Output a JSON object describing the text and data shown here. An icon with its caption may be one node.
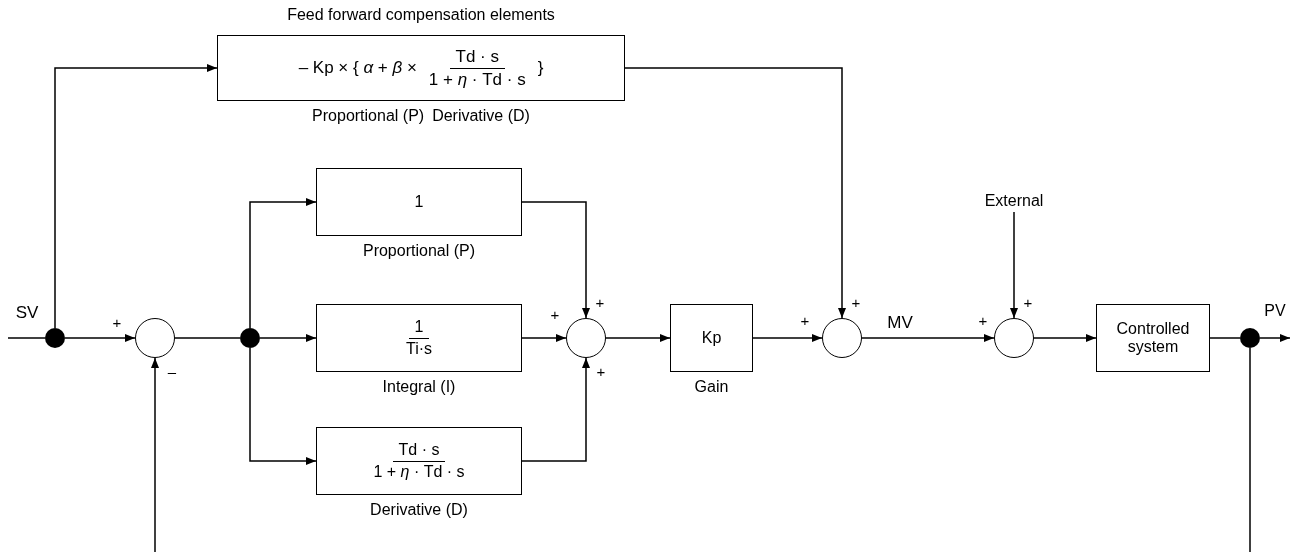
{
  "diagram": {
    "nodes": [
      {
        "text": [
          "Feed forward compensation elements",
          "– Kp × { *α* + *β* ×",
          "Td · s",
          "1 + *η* · Td · s",
          "}"
        ],
        "beside": [
          "Proportional (P)",
          "Derivative (D)"
        ]
      },
      {
        "text": [],
        "shape": "circle"
      },
      {
        "text": [],
        "shape": "circle"
      },
      {
        "text": [],
        "shape": "circle"
      },
      {
        "text": [
          "1"
        ],
        "beside": [
          "Proportional (P)"
        ]
      },
      {
        "text": [
          "1",
          "Ti·s"
        ],
        "beside": [
          "Integral (I)"
        ]
      },
      {
        "text": [
          "Td · s",
          "1 + *η* · Td · s"
        ],
        "beside": [
          "Derivative (D)"
        ]
      },
      {
        "text": [],
        "shape": "circle"
      },
      {
        "text": [
          "Kp"
        ],
        "beside": [
          "Gain"
        ]
      },
      {
        "text": [],
        "shape": "circle"
      },
      {
        "text": [
          "External"
        ]
      },
      {
        "text": [],
        "shape": "circle"
      },
      {
        "text": [
          "Controlled system"
        ]
      },
      {
        "text": [],
        "shape": "circle"
      },
      {
        "text": [
          "PV"
        ]
      }
    ],
    "edges": [
      {
        "from": null,
        "to": 1,
        "arrow": "none"
      },
      {
        "from": 1,
        "to": 2,
        "arrow": "to"
      },
      {
        "from": 1,
        "to": 0,
        "arrow": "to"
      },
      {
        "from": 2,
        "to": 3,
        "arrow": "none"
      },
      {
        "from": 3,
        "to": 4,
        "arrow": "to"
      },
      {
        "from": 3,
        "to": 5,
        "arrow": "to"
      },
      {
        "from": 3,
        "to": 6,
        "arrow": "to"
      },
      {
        "from": 4,
        "to": 7,
        "arrow": "to"
      },
      {
        "from": 5,
        "to": 7,
        "arrow": "to"
      },
      {
        "from": 6,
        "to": 7,
        "arrow": "to"
      },
      {
        "from": 7,
        "to": 8,
        "arrow": "to"
      },
      {
        "from": 8,
        "to": 9,
        "arrow": "to"
      },
      {
        "from": 0,
        "to": 9,
        "arrow": "to"
      },
      {
        "from": 9,
        "to": 11,
        "arrow": "to",
        "label": "MV"
      },
      {
        "from": 10,
        "to": 11,
        "arrow": "to"
      },
      {
        "from": 11,
        "to": 12,
        "arrow": "to"
      },
      {
        "from": 12,
        "to": 13,
        "arrow": "none"
      },
      {
        "from": 13,
        "to": 14,
        "arrow": "to"
      },
      {
        "from": 13,
        "to": null,
        "arrow": "none"
      },
      {
        "from": null,
        "to": 2,
        "arrow": "to"
      }
    ],
    "labels": [
      "SV",
      "+",
      "–",
      "+",
      "+",
      "+",
      "+",
      "+",
      "+",
      "+"
    ]
  }
}
